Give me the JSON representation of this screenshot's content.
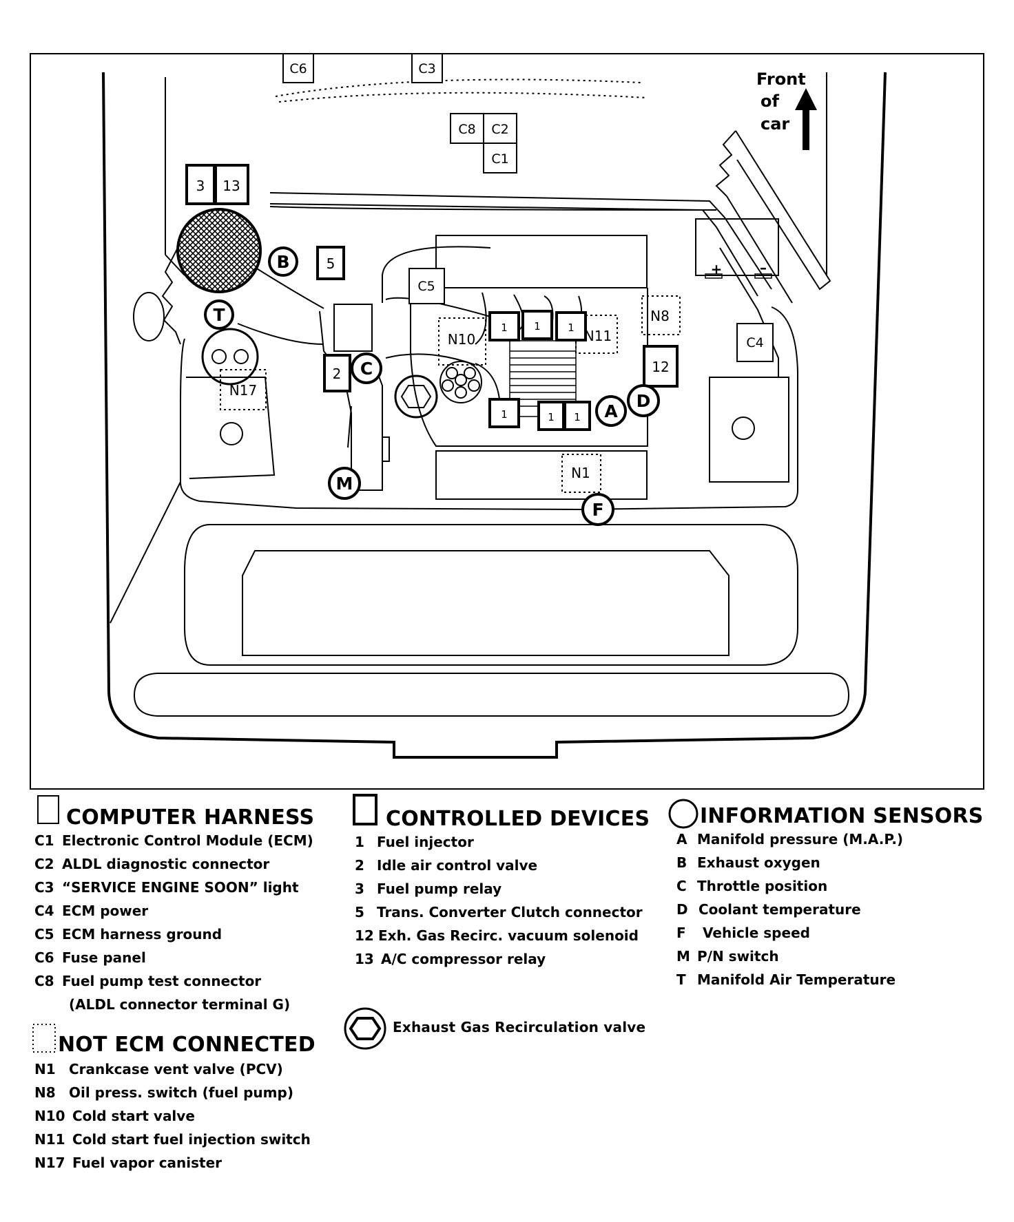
{
  "diagram": {
    "front_label": [
      "Front",
      "of",
      "car"
    ],
    "harness_boxes": {
      "c1": "C1",
      "c2": "C2",
      "c3": "C3",
      "c4": "C4",
      "c5": "C5",
      "c6": "C6",
      "c8": "C8"
    },
    "device_boxes": {
      "d1": "1",
      "d2": "2",
      "d3": "3",
      "d5": "5",
      "d12": "12",
      "d13": "13"
    },
    "not_ecm_boxes": {
      "n1": "N1",
      "n8": "N8",
      "n10": "N10",
      "n11": "N11",
      "n17": "N17"
    },
    "sensor_circles": {
      "a": "A",
      "b": "B",
      "c": "C",
      "d": "D",
      "f": "F",
      "m": "M",
      "t": "T"
    },
    "battery": {
      "plus": "+",
      "minus": "–"
    }
  },
  "legend": {
    "computer_harness": {
      "title": "COMPUTER HARNESS",
      "items": [
        {
          "code": "C1",
          "text": "Electronic Control Module (ECM)"
        },
        {
          "code": "C2",
          "text": "ALDL diagnostic connector"
        },
        {
          "code": "C3",
          "text": "“SERVICE ENGINE SOON” light"
        },
        {
          "code": "C4",
          "text": "ECM power"
        },
        {
          "code": "C5",
          "text": "ECM harness ground"
        },
        {
          "code": "C6",
          "text": "Fuse panel"
        },
        {
          "code": "C8",
          "text": "Fuel pump test connector"
        },
        {
          "code": "",
          "text": "(ALDL connector terminal G)"
        }
      ]
    },
    "controlled_devices": {
      "title": "CONTROLLED DEVICES",
      "items": [
        {
          "code": "1",
          "text": "Fuel injector"
        },
        {
          "code": "2",
          "text": "Idle air control valve"
        },
        {
          "code": "3",
          "text": "Fuel pump relay"
        },
        {
          "code": "5",
          "text": "Trans. Converter Clutch connector"
        },
        {
          "code": "12",
          "text": "Exh. Gas Recirc. vacuum solenoid"
        },
        {
          "code": "13",
          "text": "A/C compressor relay"
        }
      ]
    },
    "information_sensors": {
      "title": "INFORMATION SENSORS",
      "items": [
        {
          "code": "A",
          "text": "Manifold pressure (M.A.P.)"
        },
        {
          "code": "B",
          "text": "Exhaust oxygen"
        },
        {
          "code": "C",
          "text": "Throttle position"
        },
        {
          "code": "D",
          "text": "Coolant temperature"
        },
        {
          "code": "F",
          "text": "Vehicle speed"
        },
        {
          "code": "M",
          "text": "P/N switch"
        },
        {
          "code": "T",
          "text": "Manifold Air Temperature"
        }
      ]
    },
    "not_ecm_connected": {
      "title": "NOT ECM CONNECTED",
      "items": [
        {
          "code": "N1",
          "text": "Crankcase vent valve (PCV)"
        },
        {
          "code": "N8",
          "text": "Oil press. switch (fuel pump)"
        },
        {
          "code": "N10",
          "text": "Cold start valve"
        },
        {
          "code": "N11",
          "text": "Cold start fuel injection  switch"
        },
        {
          "code": "N17",
          "text": "Fuel vapor canister"
        }
      ]
    },
    "egr_valve": {
      "text": "Exhaust Gas Recirculation valve"
    }
  }
}
